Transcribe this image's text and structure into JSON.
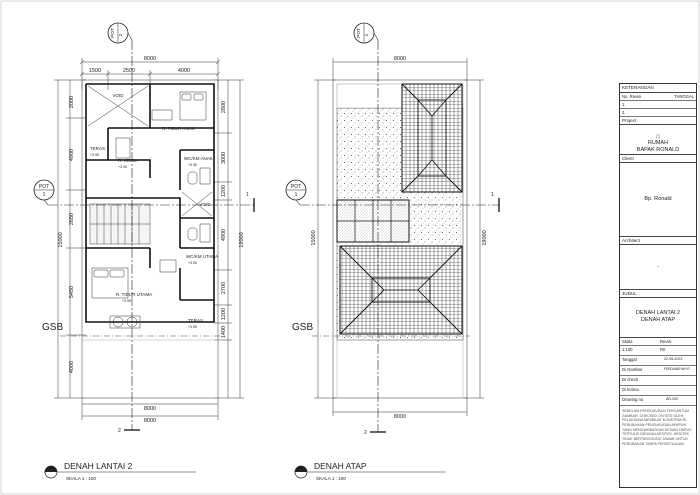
{
  "drawings": {
    "left": {
      "title": "DENAH LANTAI 2",
      "scale": "SKALA 1 : 100"
    },
    "right": {
      "title": "DENAH ATAP",
      "scale": "SKALA 1 : 100"
    }
  },
  "pot_markers": {
    "pot1": "POT",
    "pot1_num": "1",
    "pot2": "POT",
    "pot2_num": "2",
    "cut_1": "1",
    "cut_2": "2"
  },
  "gsb": "GSB",
  "dims": {
    "top_total": "8000",
    "top_parts": [
      "1500",
      "2500",
      "4000"
    ],
    "left_parts": [
      "2000",
      "4900",
      "2650",
      "5450",
      "4000"
    ],
    "left_total": "15000",
    "right_parts": [
      "2800",
      "3000",
      "1200",
      "4900",
      "2700",
      "1200",
      "1400"
    ],
    "right_total": "19000",
    "bottom_total_a": "8000",
    "bottom_total_b": "8000",
    "roof_top": "8000",
    "roof_bottom": "8000",
    "roof_left": "15000",
    "roof_right": "19000"
  },
  "rooms": {
    "void_top": "VOID",
    "tidur_anak": "R. TIDUR ANAK",
    "teras_upper": "TERAS",
    "teras_upper_lvl": "+3.95",
    "kerja": "R. KERJA",
    "kerja_lvl": "+3.95",
    "wc_anak": "WC/KM ANAK",
    "wc_anak_lvl": "+3.95",
    "void_mid": "VOID",
    "wc_utama": "WC/KM UTAMA",
    "wc_utama_lvl": "+3.95",
    "tidur_utama": "R. TIDUR UTAMA",
    "tidur_utama_lvl": "+3.95",
    "teras_lower": "TERAS",
    "teras_lower_lvl": "+3.95"
  },
  "title_block": {
    "keterangan": "KETERANGAN",
    "no_revisi": "No. Revisi",
    "tanggal": "TANGGAL",
    "rev1": "1.",
    "rev2": "2.",
    "project_label": "Project",
    "project_line1": "RUMAH",
    "project_line2": "BAPAK RONALD",
    "client_label": "Client",
    "client_value": "Bp. Ronald",
    "architect_label": "Architect",
    "architect_value": "-",
    "judul_label": "JUDUL",
    "judul_line1": "DENAH LANTAI 2",
    "judul_line2": "DENAH ATAP",
    "skala_label": "Skala",
    "revisi_label": "Revisi",
    "skala_value": "1:100",
    "revisi_value": "R0",
    "tanggal_label": "Tanggal",
    "tanggal_value": "22-05-2023",
    "digambar_label": "Di Gambar",
    "digambar_value": "FERDIANSYAH R",
    "dicheck_label": "Di check",
    "diterima_label": "Di terima",
    "drawing_no_label": "Drawing no",
    "drawing_no_value": "AR-002",
    "notes": "SEBELUM PENGUKURAN TERCANTUM GAMBAR. CHECKED ON SITE OLEH PELAKSANA MEMBUAT KONSTRUKSI. PERUBAHAN PENGUKURAN APAPUN YANG MENGAKIBATKAN DESAIN HARUS TERTULIS DENGAN ARSITEK. ARSITEK TIDAK BERTANGGUNG JAWAB UNTUK PERUBAHAN TANPA PERSETUJUAN."
  }
}
